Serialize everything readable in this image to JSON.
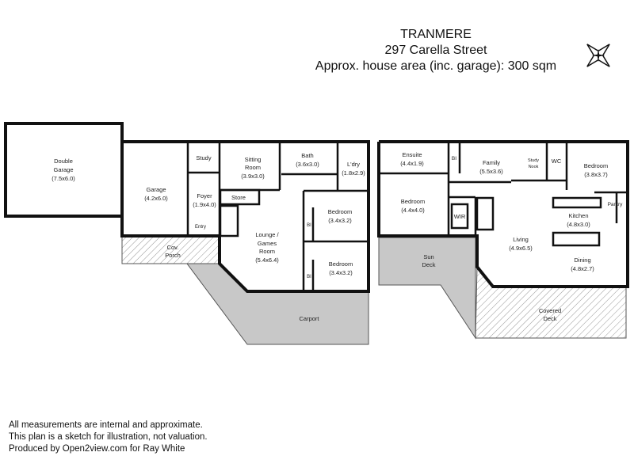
{
  "header": {
    "suburb": "TRANMERE",
    "address": "297 Carella Street",
    "area": "Approx. house area (inc. garage): 300 sqm"
  },
  "compass_icon": "north-arrow-star",
  "notes": [
    "All measurements are internal and approximate.",
    "This plan is a sketch for illustration, not valuation.",
    "Produced by Open2view.com for Ray White"
  ],
  "colors": {
    "wall": "#111111",
    "deck_fill": "#c8c8c8",
    "hatch": "#999999"
  },
  "lower_floor": {
    "rooms": [
      {
        "name": "Double",
        "name2": "Garage",
        "size": "(7.5x6.0)"
      },
      {
        "name": "Garage",
        "size": "(4.2x6.0)"
      },
      {
        "name": "Study"
      },
      {
        "name": "Foyer",
        "size": "(1.9x4.0)"
      },
      {
        "name": "Entry"
      },
      {
        "name": "Sitting",
        "name2": "Room",
        "size": "(3.9x3.0)"
      },
      {
        "name": "Store"
      },
      {
        "name": "Bath",
        "size": "(3.6x3.0)"
      },
      {
        "name": "L'dry",
        "size": "(1.8x2.9)"
      },
      {
        "name": "Bedroom",
        "size": "(3.4x3.2)"
      },
      {
        "name": "Bedroom",
        "size": "(3.4x3.2)"
      },
      {
        "name": "BI"
      },
      {
        "name": "BI"
      },
      {
        "name": "Lounge /",
        "name2": "Games",
        "name3": "Room",
        "size": "(5.4x6.4)"
      },
      {
        "name": "Cov.",
        "name2": "Porch"
      },
      {
        "name": "Carport"
      }
    ]
  },
  "upper_floor": {
    "rooms": [
      {
        "name": "Ensuite",
        "size": "(4.4x1.9)"
      },
      {
        "name": "BI"
      },
      {
        "name": "Family",
        "size": "(5.5x3.6)"
      },
      {
        "name": "Study",
        "name2": "Nook"
      },
      {
        "name": "WC"
      },
      {
        "name": "Bedroom",
        "size": "(3.8x3.7)"
      },
      {
        "name": "Bedroom",
        "size": "(4.4x4.0)"
      },
      {
        "name": "WIR"
      },
      {
        "name": "Kitchen",
        "size": "(4.8x3.0)"
      },
      {
        "name": "Pantry"
      },
      {
        "name": "Living",
        "size": "(4.9x6.5)"
      },
      {
        "name": "Dining",
        "size": "(4.8x2.7)"
      },
      {
        "name": "Sun",
        "name2": "Deck"
      },
      {
        "name": "Covered",
        "name2": "Deck"
      }
    ]
  }
}
